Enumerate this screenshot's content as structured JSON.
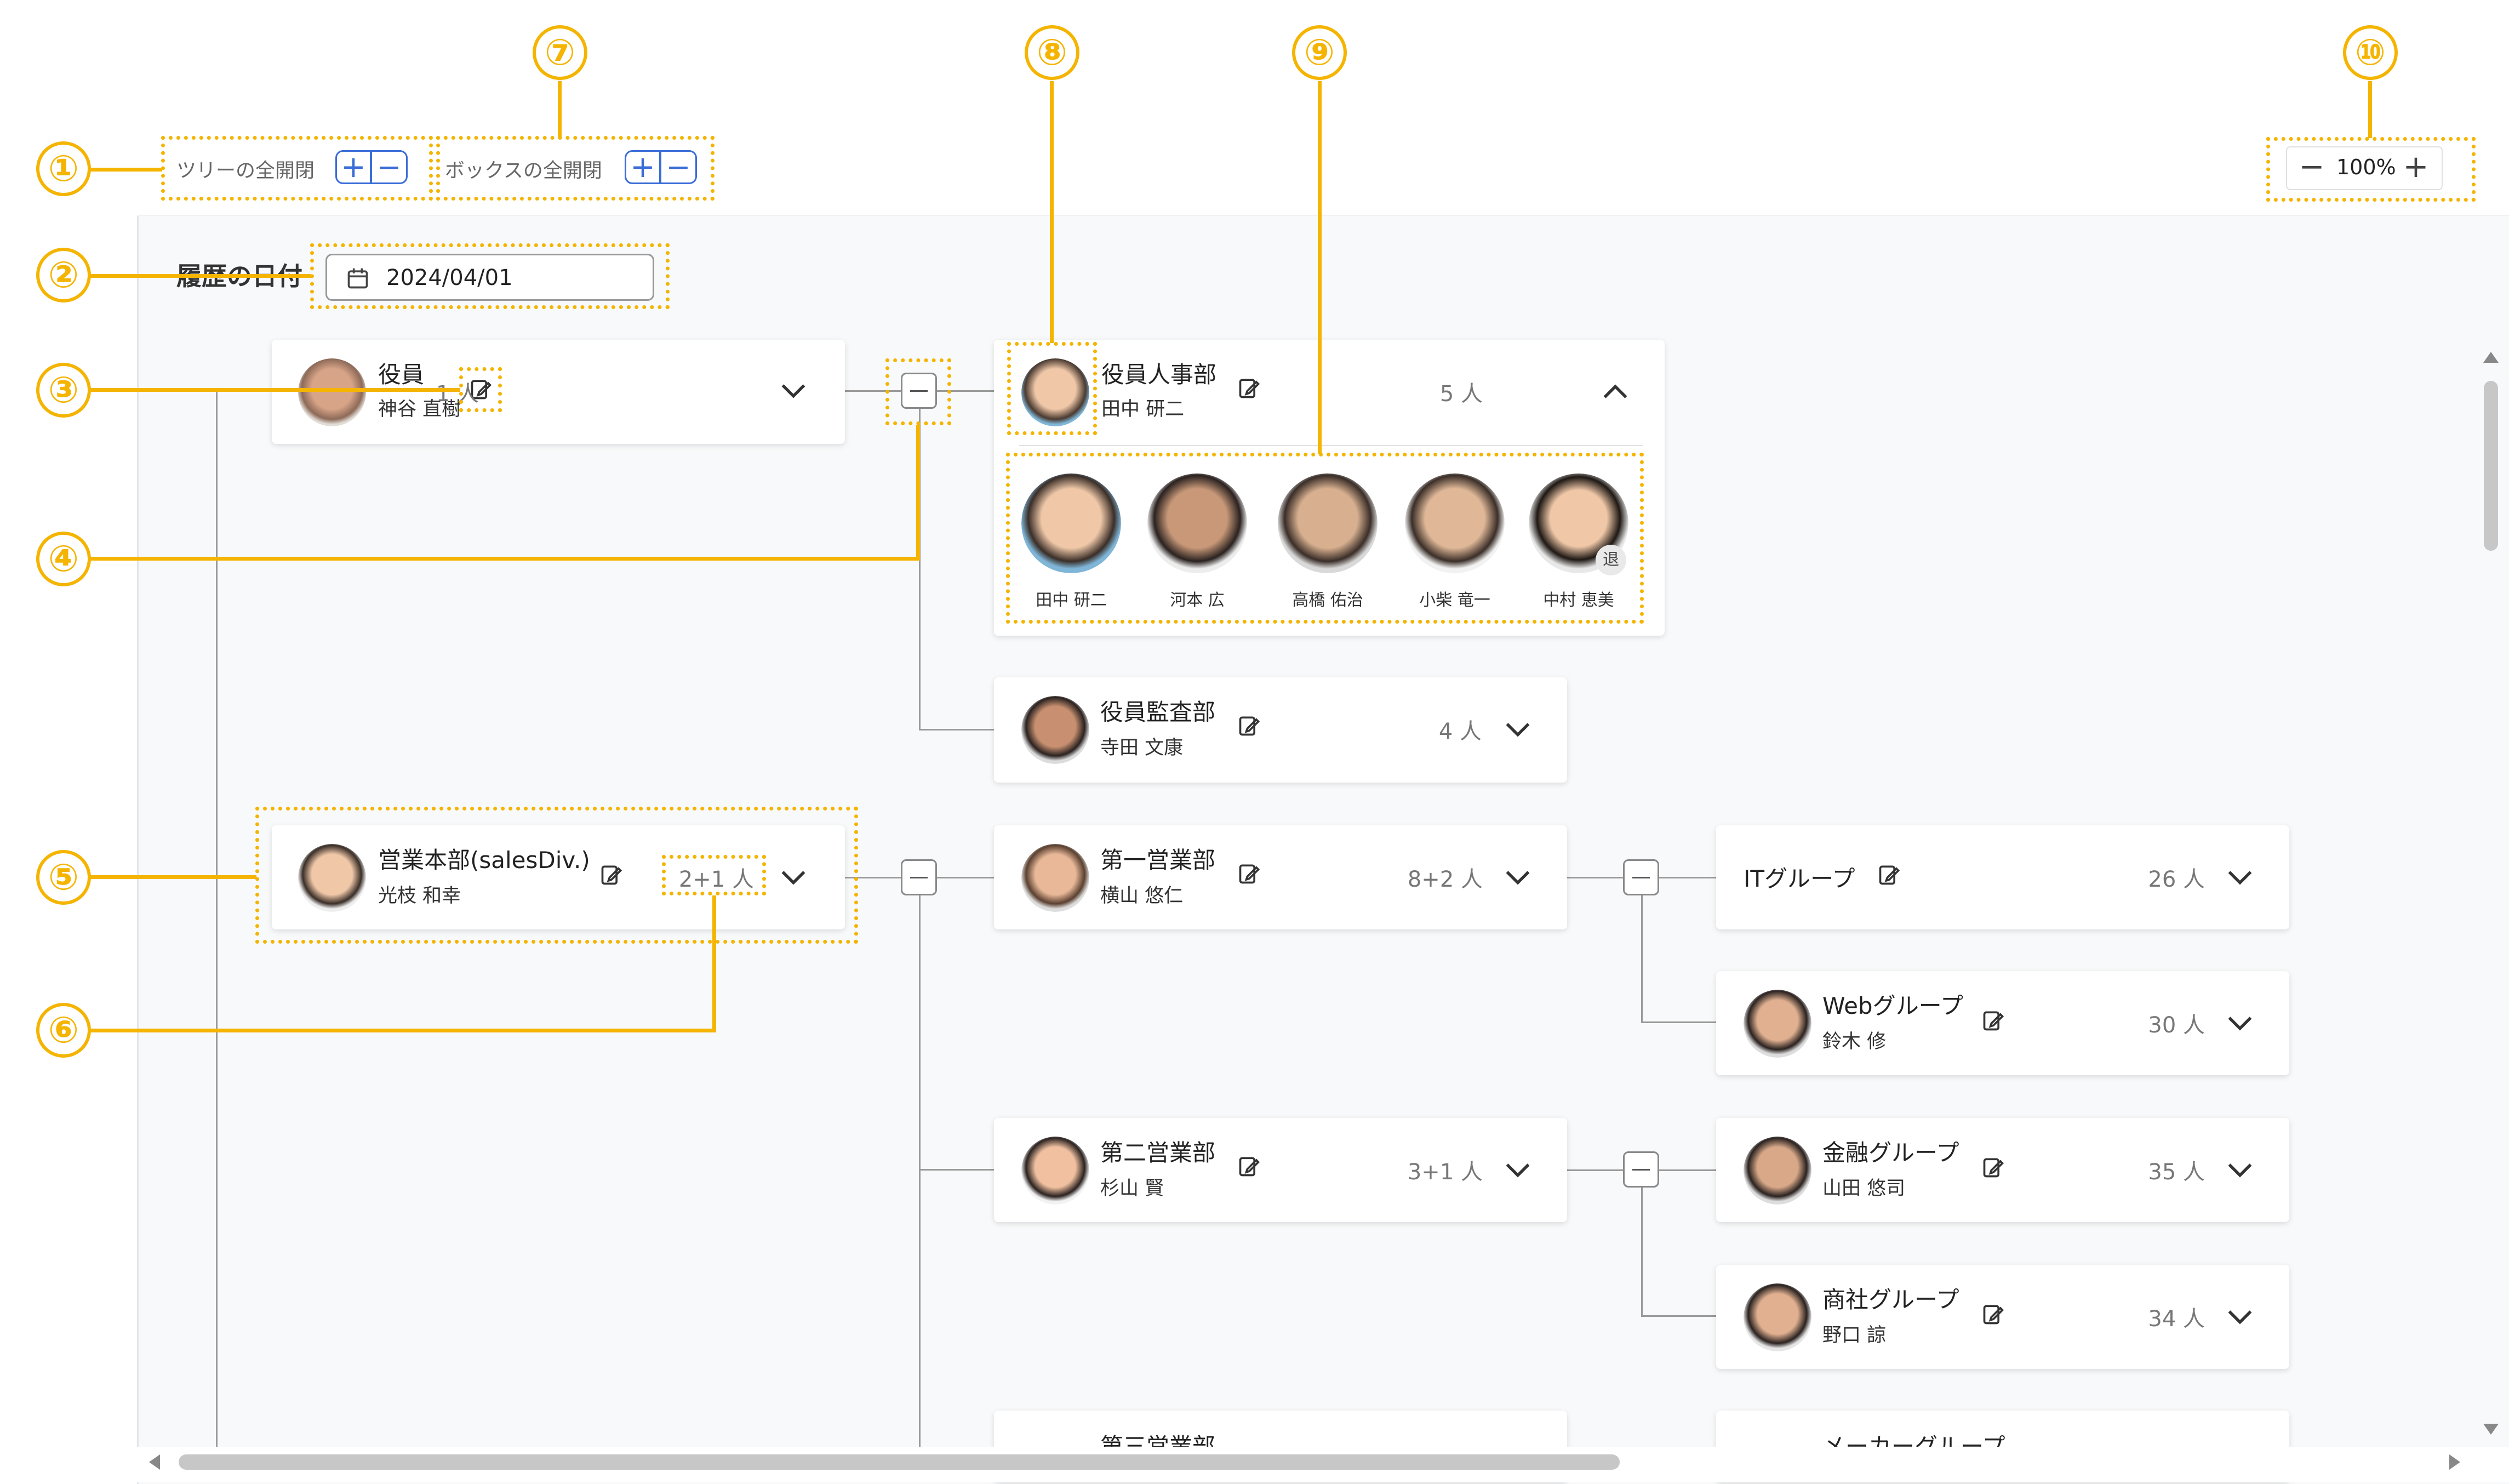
{
  "toolbar": {
    "tree_toggle_label": "ツリーの全開閉",
    "box_toggle_label": "ボックスの全開閉",
    "expand_symbol": "+",
    "collapse_symbol": "−",
    "zoom_out_symbol": "−",
    "zoom_in_symbol": "+",
    "zoom_level": "100%"
  },
  "history": {
    "label": "履歴の日付",
    "date": "2024/04/01"
  },
  "nodes": {
    "yakuin": {
      "name": "役員",
      "manager": "神谷 直樹",
      "count": "1 人"
    },
    "yakuin_jinji": {
      "name": "役員人事部",
      "manager": "田中 研二",
      "count": "5 人"
    },
    "yakuin_kansa": {
      "name": "役員監査部",
      "manager": "寺田 文康",
      "count": "4 人"
    },
    "eigyo_honbu": {
      "name": "営業本部(salesDiv.)",
      "manager": "光枝 和幸",
      "count": "2+1 人"
    },
    "daiichi": {
      "name": "第一営業部",
      "manager": "横山 悠仁",
      "count": "8+2 人"
    },
    "it_group": {
      "name": "ITグループ",
      "count": "26 人"
    },
    "web_group": {
      "name": "Webグループ",
      "manager": "鈴木 修",
      "count": "30 人"
    },
    "daini": {
      "name": "第二営業部",
      "manager": "杉山 賢",
      "count": "3+1 人"
    },
    "kinyu": {
      "name": "金融グループ",
      "manager": "山田 悠司",
      "count": "35 人"
    },
    "shosha": {
      "name": "商社グループ",
      "manager": "野口 諒",
      "count": "34 人"
    },
    "daisan": {
      "name": "第三営業部"
    },
    "maker": {
      "name": "メーカーグループ"
    }
  },
  "members": [
    {
      "name": "田中 研二"
    },
    {
      "name": "河本 広"
    },
    {
      "name": "高橋 佑治"
    },
    {
      "name": "小柴 竜一"
    },
    {
      "name": "中村 恵美",
      "badge": "退"
    }
  ],
  "annotations": [
    "①",
    "②",
    "③",
    "④",
    "⑤",
    "⑥",
    "⑦",
    "⑧",
    "⑨",
    "⑩"
  ],
  "colors": {
    "annotation": "#f4b400",
    "accent": "#3a6dd8"
  }
}
